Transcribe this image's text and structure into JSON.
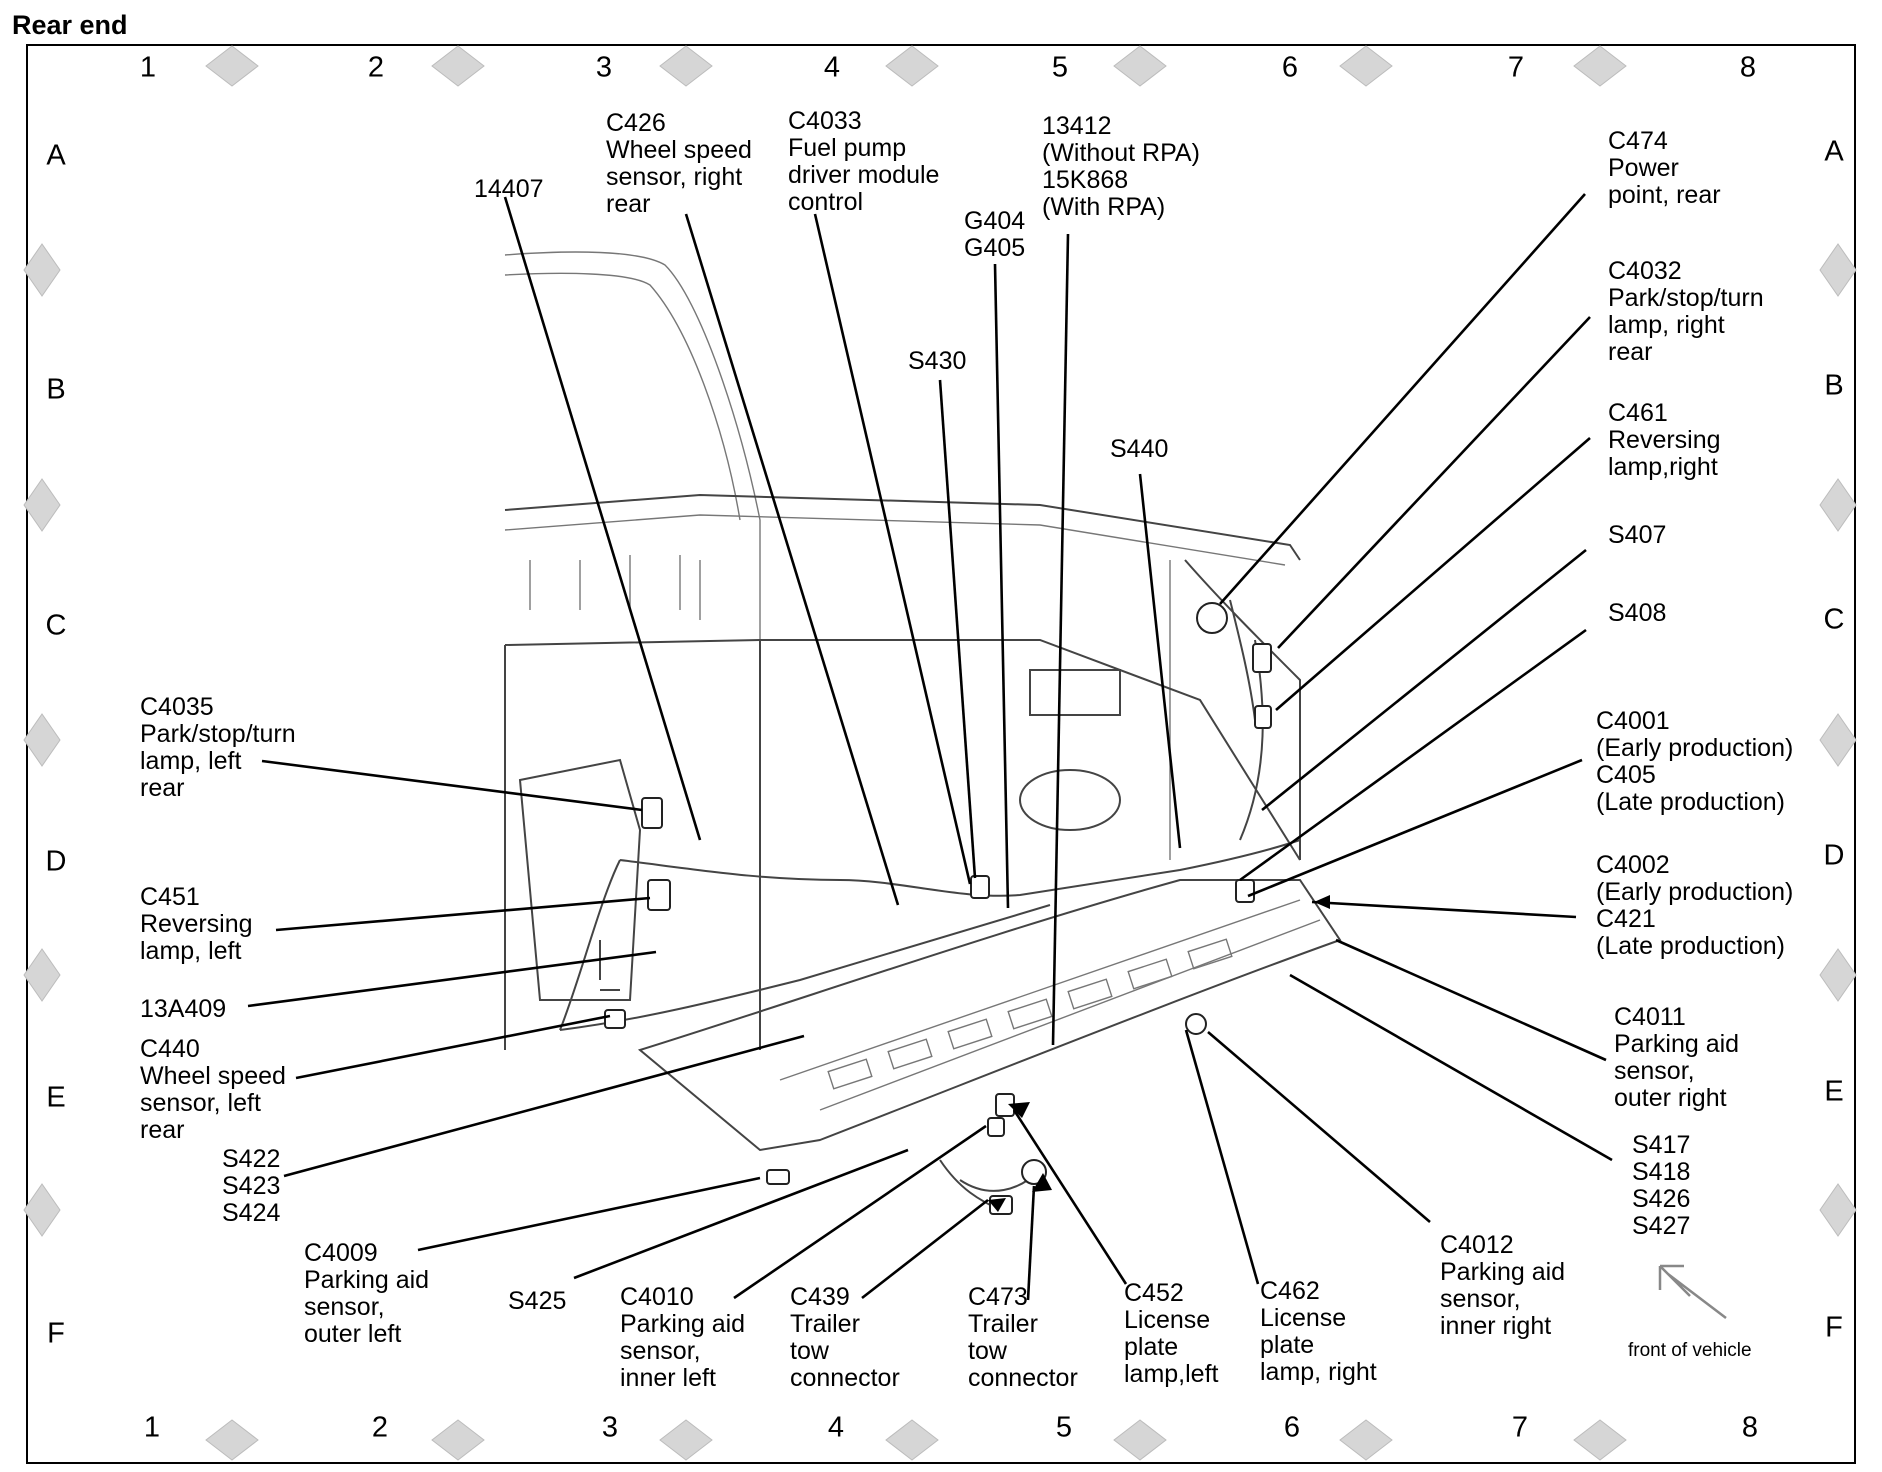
{
  "title": "Rear end",
  "grid": {
    "columns": [
      "1",
      "2",
      "3",
      "4",
      "5",
      "6",
      "7",
      "8"
    ],
    "rows": [
      "A",
      "B",
      "C",
      "D",
      "E",
      "F"
    ]
  },
  "labels": {
    "l_14407": "14407",
    "c426": "C426\nWheel speed\nsensor, right\nrear",
    "c4033": "C4033\nFuel pump\ndriver module\ncontrol",
    "g404": "G404\nG405",
    "l_13412": "13412\n(Without RPA)\n15K868\n(With RPA)",
    "s430": "S430",
    "s440": "S440",
    "c474": "C474\nPower\npoint, rear",
    "c4032": "C4032\nPark/stop/turn\nlamp, right\nrear",
    "c461": "C461\nReversing\nlamp,right",
    "s407": "S407",
    "s408": "S408",
    "c4001": "C4001\n(Early production)\nC405\n(Late production)",
    "c4002": "C4002\n(Early production)\nC421\n(Late production)",
    "c4011": "C4011\nParking aid\nsensor,\nouter right",
    "s417": "S417\nS418\nS426\nS427",
    "c4012": "C4012\nParking aid\nsensor,\ninner right",
    "c462": "C462\nLicense\nplate\nlamp, right",
    "c452": "C452\nLicense\nplate\nlamp,left",
    "c473": "C473\nTrailer\ntow\nconnector",
    "c439": "C439\nTrailer\ntow\nconnector",
    "c4010": "C4010\nParking aid\nsensor,\ninner left",
    "s425": "S425",
    "c4009": "C4009\nParking aid\nsensor,\nouter left",
    "s422": "S422\nS423\nS424",
    "c440": "C440\nWheel speed\nsensor, left\nrear",
    "l_13a409": "13A409",
    "c451": "C451\nReversing\nlamp, left",
    "c4035": "C4035\nPark/stop/turn\nlamp, left\nrear"
  },
  "front_note": "front of vehicle"
}
